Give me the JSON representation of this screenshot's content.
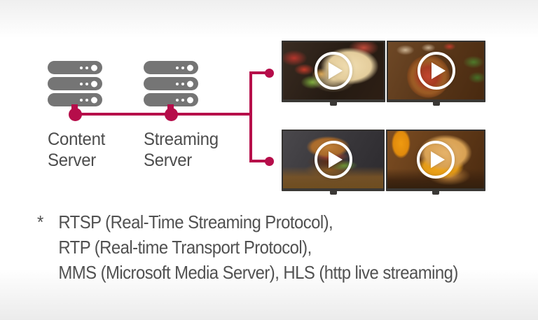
{
  "colors": {
    "accent_red": "#b60d4a",
    "server_gray": "#757575",
    "label_text": "#4d4d4d",
    "footnote_text": "#515151"
  },
  "diagram": {
    "servers": [
      {
        "label": "Content Server"
      },
      {
        "label": "Streaming Server"
      }
    ],
    "displays": [
      {
        "position": "top-left",
        "content": "chicken wrap dish video"
      },
      {
        "position": "top-right",
        "content": "pizza video"
      },
      {
        "position": "bottom-left",
        "content": "burger video"
      },
      {
        "position": "bottom-right",
        "content": "grilled cheese sandwich video"
      }
    ]
  },
  "footnote": {
    "marker": "*",
    "lines": [
      "RTSP (Real-Time Streaming Protocol),",
      "RTP (Real-time Transport Protocol),",
      "MMS (Microsoft Media Server), HLS (http live streaming)"
    ]
  }
}
